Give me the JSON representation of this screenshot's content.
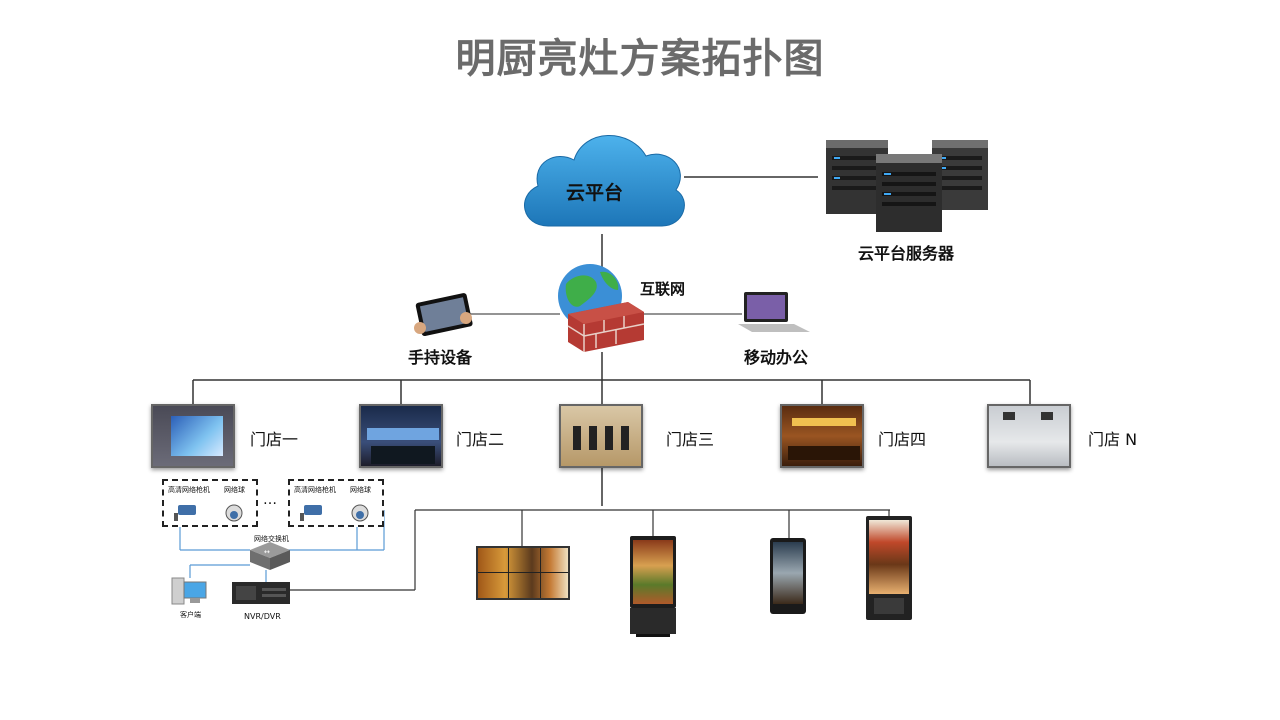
{
  "title": "明厨亮灶方案拓扑图",
  "cloud": {
    "label": "云平台"
  },
  "servers": {
    "label": "云平台服务器"
  },
  "internet": {
    "label": "互联网"
  },
  "handheld": {
    "label": "手持设备"
  },
  "mobile_office": {
    "label": "移动办公"
  },
  "stores": [
    {
      "label": "门店一"
    },
    {
      "label": "门店二"
    },
    {
      "label": "门店三"
    },
    {
      "label": "门店四"
    },
    {
      "label": "门店 N"
    }
  ],
  "camera_group": {
    "camera1": "高清网络枪机",
    "camera2": "网络球",
    "ellipsis": "…",
    "switch": "网络交换机",
    "client": "客户端",
    "nvr": "NVR/DVR"
  },
  "colors": {
    "title": "#6b6b6b",
    "cloud": "#2b8fd1",
    "line": "#333333",
    "camera_line": "#5b9bd5"
  }
}
